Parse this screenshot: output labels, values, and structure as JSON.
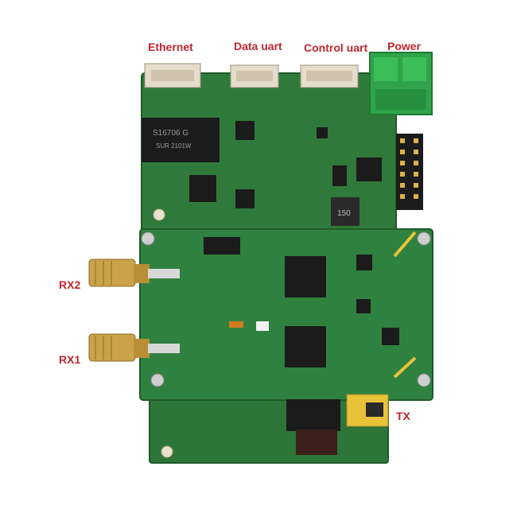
{
  "labels": {
    "ethernet": "Ethernet",
    "data_uart": "Data uart",
    "control_uart": "Control uart",
    "power": "Power",
    "rx2": "RX2",
    "rx1": "RX1",
    "tx": "TX"
  },
  "colors": {
    "label": "#c0272d",
    "pcb_main": "#2f7a3a",
    "pcb_dark": "#1f5a28",
    "power_terminal": "#2fa44a",
    "sma_gold": "#c9a24a",
    "chip_black": "#1b1b1b"
  }
}
